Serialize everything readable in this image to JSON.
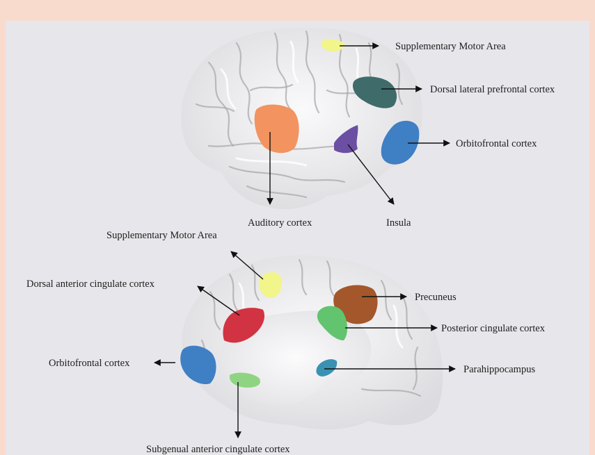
{
  "colors": {
    "frame": "#f9dbcd",
    "panel": "#e7e7eb",
    "brain": "#f1f1f3",
    "sma": "#f1f58a",
    "dlpfc": "#3f6b6b",
    "ofc": "#3f7fc4",
    "auditory": "#f3935f",
    "insula": "#6a4fa2",
    "dacc": "#d23342",
    "precuneus": "#a3572b",
    "pcc": "#62c46e",
    "parahippocampus": "#3a92b2",
    "sgacc": "#8fd482"
  },
  "lateral_view": {
    "labels": {
      "sma": "Supplementary Motor Area",
      "dlpfc": "Dorsal lateral prefrontal cortex",
      "ofc": "Orbitofrontal cortex",
      "auditory": "Auditory cortex",
      "insula": "Insula"
    }
  },
  "medial_view": {
    "labels": {
      "sma": "Supplementary Motor Area",
      "dacc": "Dorsal anterior cingulate cortex",
      "ofc": "Orbitofrontal cortex",
      "precuneus": "Precuneus",
      "pcc": "Posterior cingulate cortex",
      "parahippocampus": "Parahippocampus",
      "sgacc": "Subgenual anterior cingulate cortex"
    }
  }
}
